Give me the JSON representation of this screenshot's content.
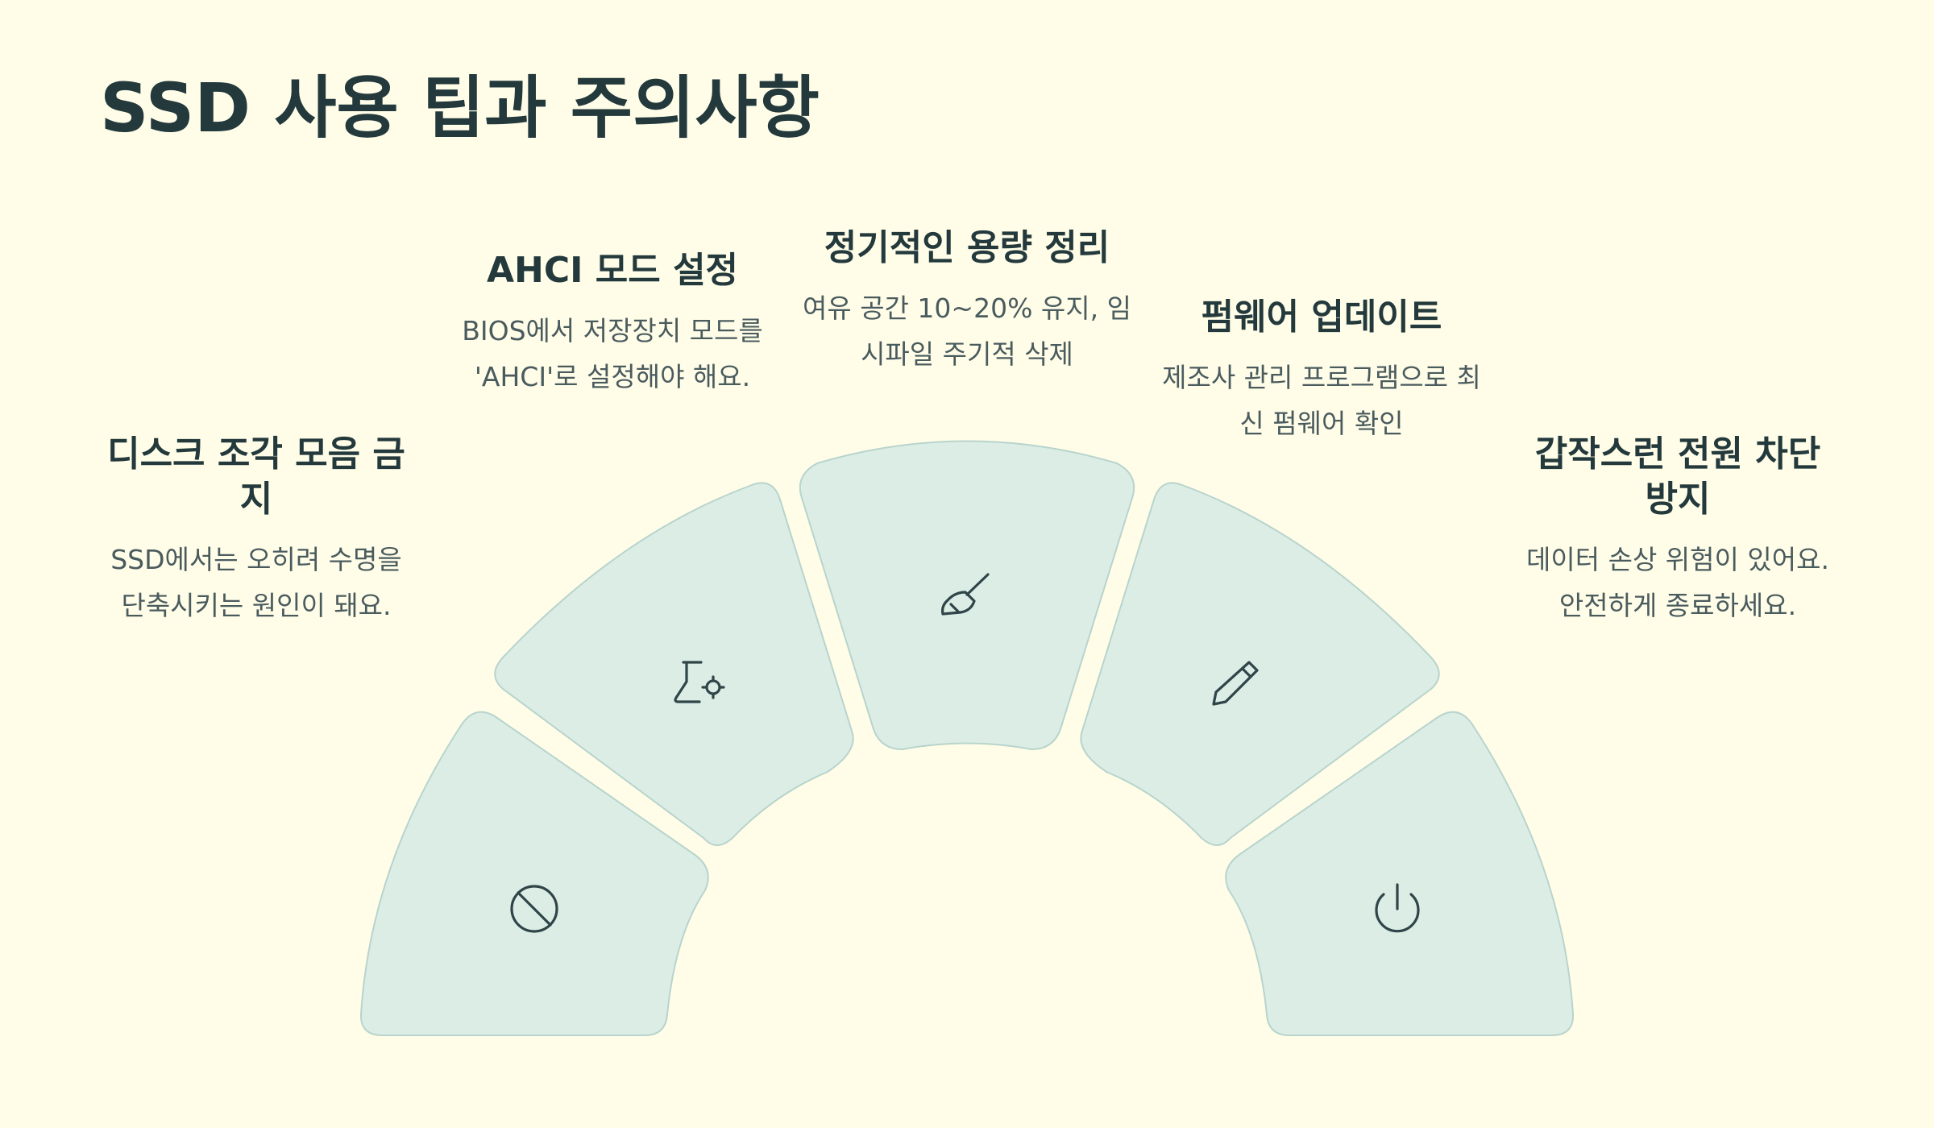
{
  "title": "SSD 사용 팁과 주의사항",
  "tips": [
    {
      "heading": "디스크 조각 모음 금지",
      "description": "SSD에서는 오히려 수명을 단축시키는 원인이 돼요.",
      "icon": "no-entry-icon"
    },
    {
      "heading": "AHCI 모드 설정",
      "description": "BIOS에서 저장장치 모드를 'AHCI'로 설정해야 해요.",
      "icon": "flask-gear-icon"
    },
    {
      "heading": "정기적인 용량 정리",
      "description": "여유 공간 10~20% 유지, 임시파일 주기적 삭제",
      "icon": "broom-icon"
    },
    {
      "heading": "펌웨어 업데이트",
      "description": "제조사 관리 프로그램으로 최신 펌웨어 확인",
      "icon": "pen-icon"
    },
    {
      "heading": "갑작스런 전원 차단 방지",
      "description": "데이터 손상 위험이 있어요. 안전하게 종료하세요.",
      "icon": "power-icon"
    }
  ],
  "colors": {
    "background": "#fffde8",
    "segment_fill": "#dcede6",
    "segment_border": "#b8d4cc",
    "heading_text": "#23393c",
    "body_text": "#4a5b5e"
  }
}
